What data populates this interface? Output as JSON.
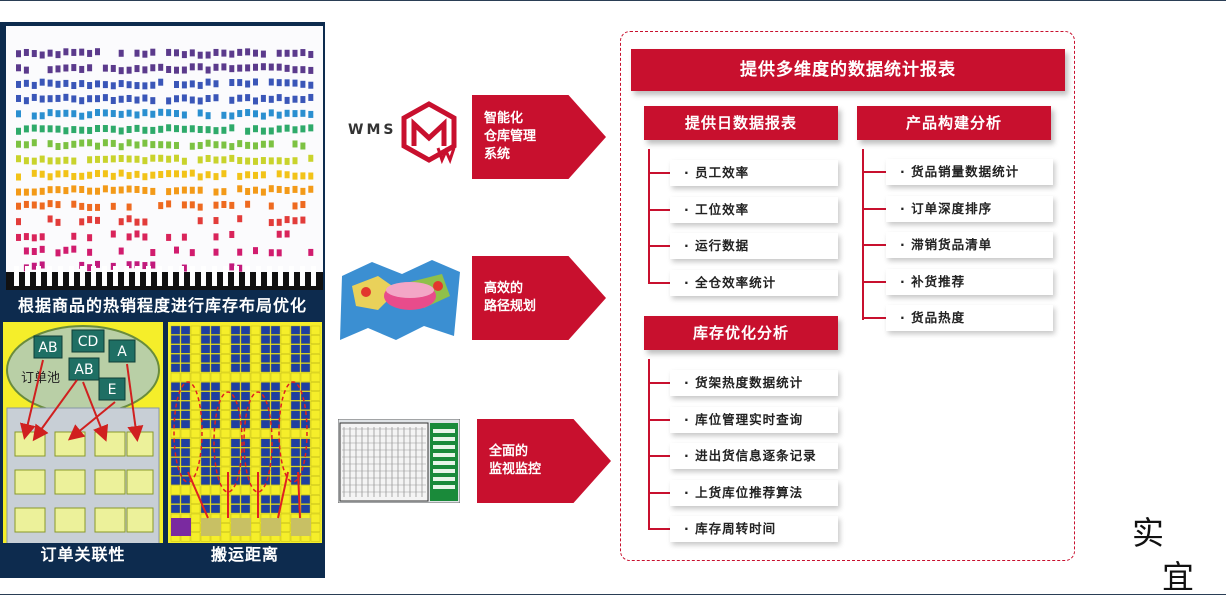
{
  "left": {
    "heatmap_caption": "根据商品的热销程度进行库存布局优化",
    "orderpool": {
      "labels": [
        "AB",
        "CD",
        "A",
        "AB",
        "E"
      ],
      "pool_label": "订单池",
      "caption": "订单关联性"
    },
    "distance_caption": "搬运距离"
  },
  "middle": {
    "wms_label": "WMS",
    "chevrons": [
      {
        "text": "智能化\n仓库管理\n系统"
      },
      {
        "text": "高效的\n路径规划"
      },
      {
        "text": "全面的\n监视监控"
      }
    ]
  },
  "right": {
    "title": "提供多维度的数据统计报表",
    "daily": {
      "title": "提供日数据报表",
      "items": [
        "· 员工效率",
        "· 工位效率",
        "· 运行数据",
        "· 全仓效率统计"
      ]
    },
    "product": {
      "title": "产品构建分析",
      "items": [
        "· 货品销量数据统计",
        "· 订单深度排序",
        "· 滞销货品清单",
        "· 补货推荐",
        "· 货品热度"
      ]
    },
    "inventory": {
      "title": "库存优化分析",
      "items": [
        "· 货架热度数据统计",
        "· 库位管理实时查询",
        "· 进出货信息逐条记录",
        "· 上货库位推荐算法",
        "· 库存周转时间"
      ]
    }
  },
  "corner": {
    "line1": "实",
    "line2": "宜"
  },
  "colors": {
    "accent": "#c8102e",
    "navy": "#0d2b4e",
    "yellow": "#f5ee2a"
  }
}
